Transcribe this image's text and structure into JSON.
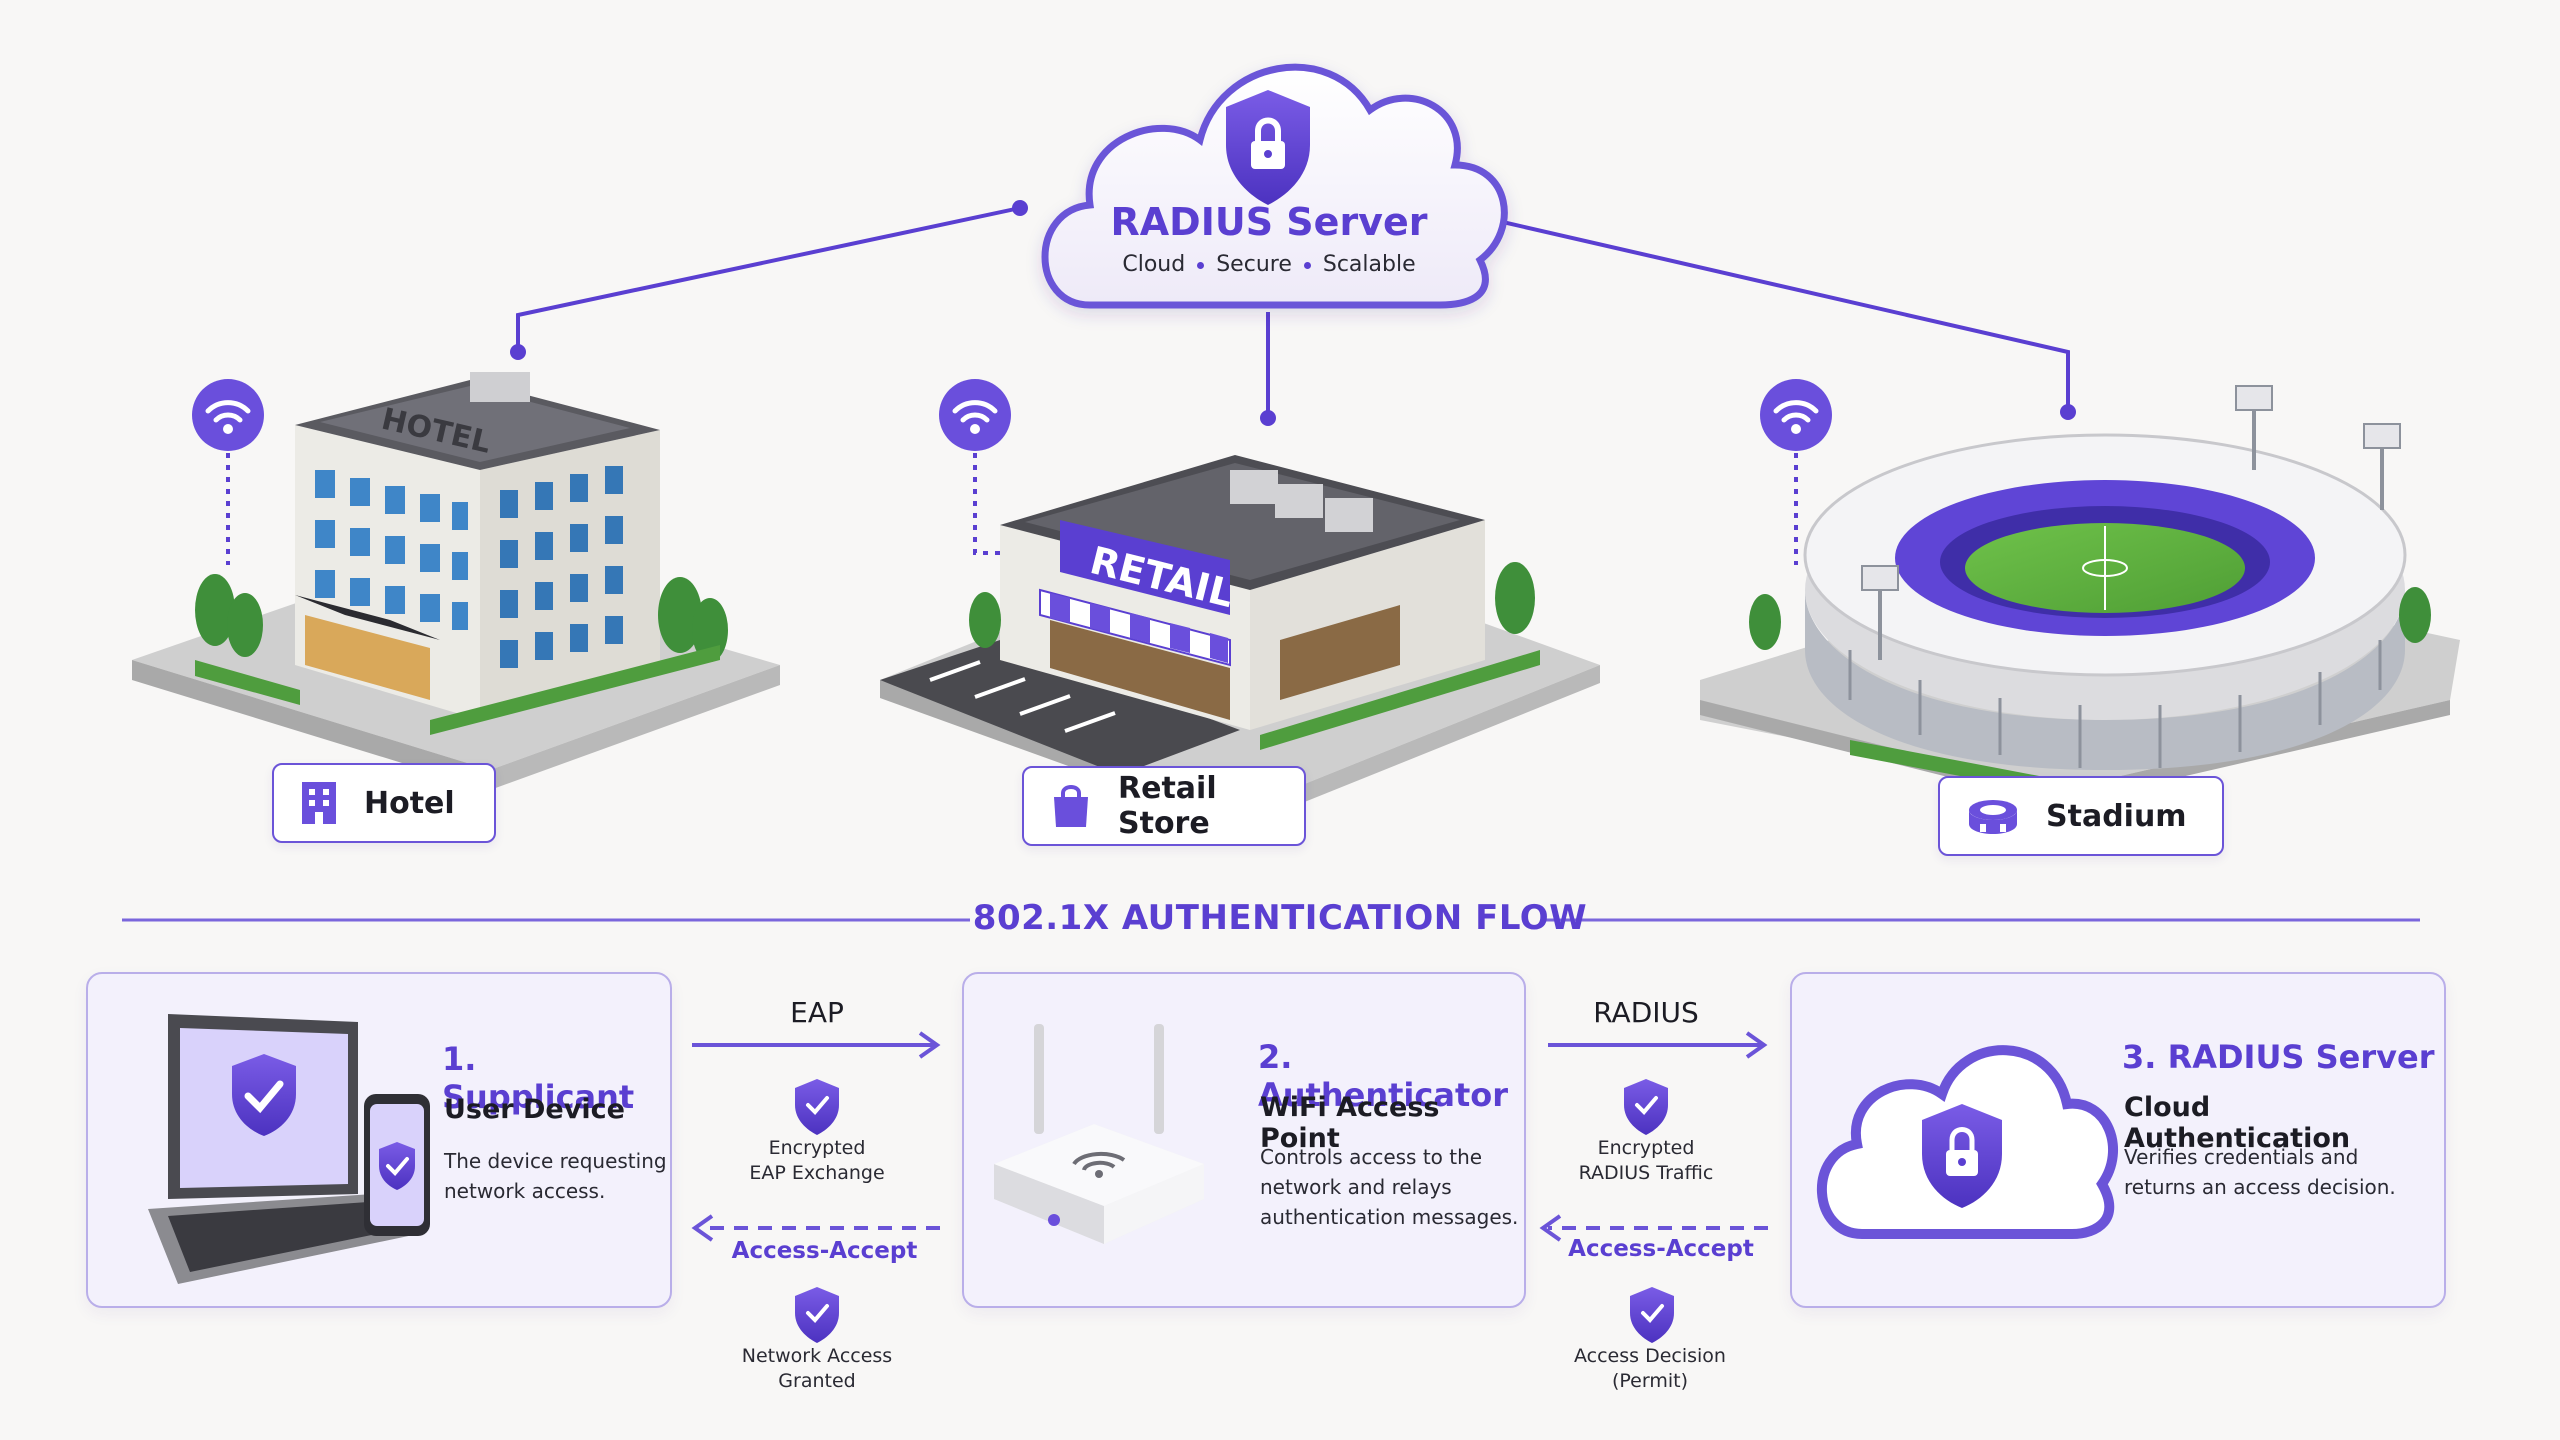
{
  "server": {
    "title": "RADIUS Server",
    "tags": [
      "Cloud",
      "Secure",
      "Scalable"
    ]
  },
  "locations": [
    {
      "label": "Hotel",
      "icon": "hotel-building-icon",
      "sign": "HOTEL"
    },
    {
      "label": "Retail Store",
      "icon": "shopping-bag-icon",
      "sign": "RETAIL"
    },
    {
      "label": "Stadium",
      "icon": "stadium-icon"
    }
  ],
  "flow": {
    "title": "802.1X AUTHENTICATION FLOW",
    "steps": [
      {
        "title": "1. Supplicant",
        "subtitle": "User Device",
        "description": "The device requesting\nnetwork access."
      },
      {
        "title": "2. Authenticator",
        "subtitle": "WiFi Access Point",
        "description": "Controls access to the\nnetwork and relays\nauthentication messages."
      },
      {
        "title": "3. RADIUS Server",
        "subtitle": "Cloud Authentication",
        "description": "Verifies credentials and\nreturns an access decision."
      }
    ],
    "links": [
      {
        "protocol": "EAP",
        "request_note": "Encrypted\nEAP Exchange",
        "response": "Access-Accept",
        "response_note": "Network Access\nGranted"
      },
      {
        "protocol": "RADIUS",
        "request_note": "Encrypted\nRADIUS Traffic",
        "response": "Access-Accept",
        "response_note": "Access Decision\n(Permit)"
      }
    ]
  },
  "colors": {
    "accent": "#5a3fd1",
    "accent_light": "#efecfb",
    "card_border": "#b9aee9",
    "background": "#f8f7f6"
  }
}
